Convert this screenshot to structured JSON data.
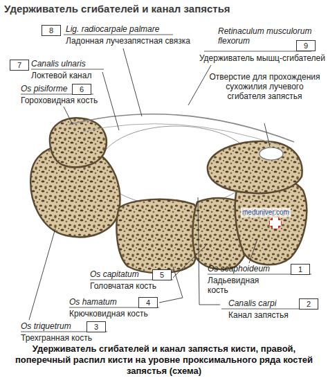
{
  "diagram": {
    "title": "Удерживатель сгибателей и канал запястья",
    "caption": "Удерживатель сгибателей и канал запястья кисти, правой, поперечный распил кисти на уровне проксимального ряда костей запястья (схема)",
    "labels": [
      "8",
      "Lig. radiocarpale palmare",
      "Ладонная лучезапястная связка",
      "7",
      "Canalis ulnaris",
      "Локтевой канал",
      "Os pisiforme",
      "6",
      "Гороховидная кость",
      "Retinaculum musculorum flexorum",
      "9",
      "Удерживатель мышц-сгибателей",
      "Отверстие для прохождения сухожилия лучевого сгибателя запястья",
      "meduniver.com",
      "Os capitatum",
      "5",
      "Головчатая кость",
      "Os hamatum",
      "4",
      "Крючковидная кость",
      "Os triquetrum",
      "3",
      "Трехгранная кость",
      "Os scaphoideum",
      "1",
      "Ладьевидная кость",
      "Canalis carpi",
      "2",
      "Канал запястья"
    ]
  }
}
